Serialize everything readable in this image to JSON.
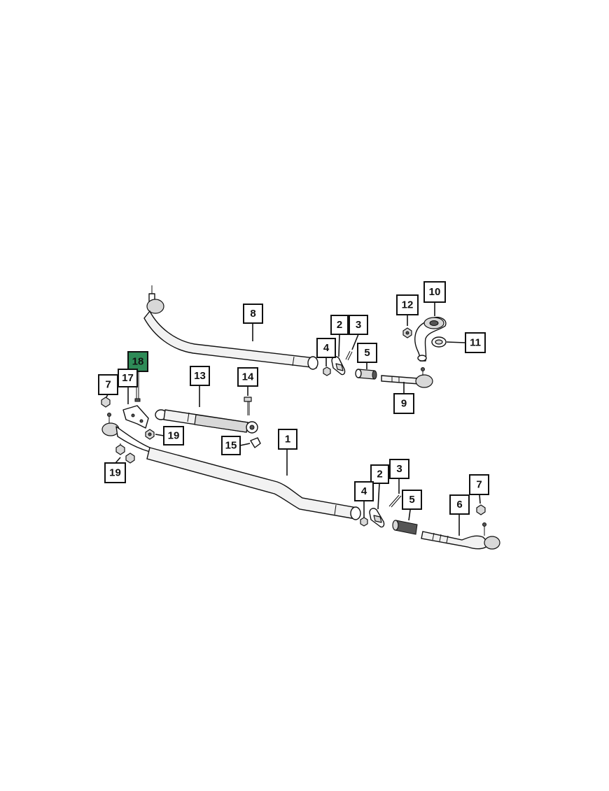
{
  "diagram": {
    "highlight_color": "#2e8b57",
    "highlighted_callout": "18",
    "callouts": [
      {
        "id": "c8",
        "label": "8"
      },
      {
        "id": "c10",
        "label": "10"
      },
      {
        "id": "c12",
        "label": "12"
      },
      {
        "id": "c2a",
        "label": "2"
      },
      {
        "id": "c3a",
        "label": "3"
      },
      {
        "id": "c11",
        "label": "11"
      },
      {
        "id": "c4a",
        "label": "4"
      },
      {
        "id": "c5a",
        "label": "5"
      },
      {
        "id": "c18",
        "label": "18"
      },
      {
        "id": "c13",
        "label": "13"
      },
      {
        "id": "c14",
        "label": "14"
      },
      {
        "id": "c7a",
        "label": "7"
      },
      {
        "id": "c17",
        "label": "17"
      },
      {
        "id": "c9",
        "label": "9"
      },
      {
        "id": "c19a",
        "label": "19"
      },
      {
        "id": "c15",
        "label": "15"
      },
      {
        "id": "c1",
        "label": "1"
      },
      {
        "id": "c19b",
        "label": "19"
      },
      {
        "id": "c3b",
        "label": "3"
      },
      {
        "id": "c2b",
        "label": "2"
      },
      {
        "id": "c7b",
        "label": "7"
      },
      {
        "id": "c4b",
        "label": "4"
      },
      {
        "id": "c5b",
        "label": "5"
      },
      {
        "id": "c6",
        "label": "6"
      }
    ]
  }
}
